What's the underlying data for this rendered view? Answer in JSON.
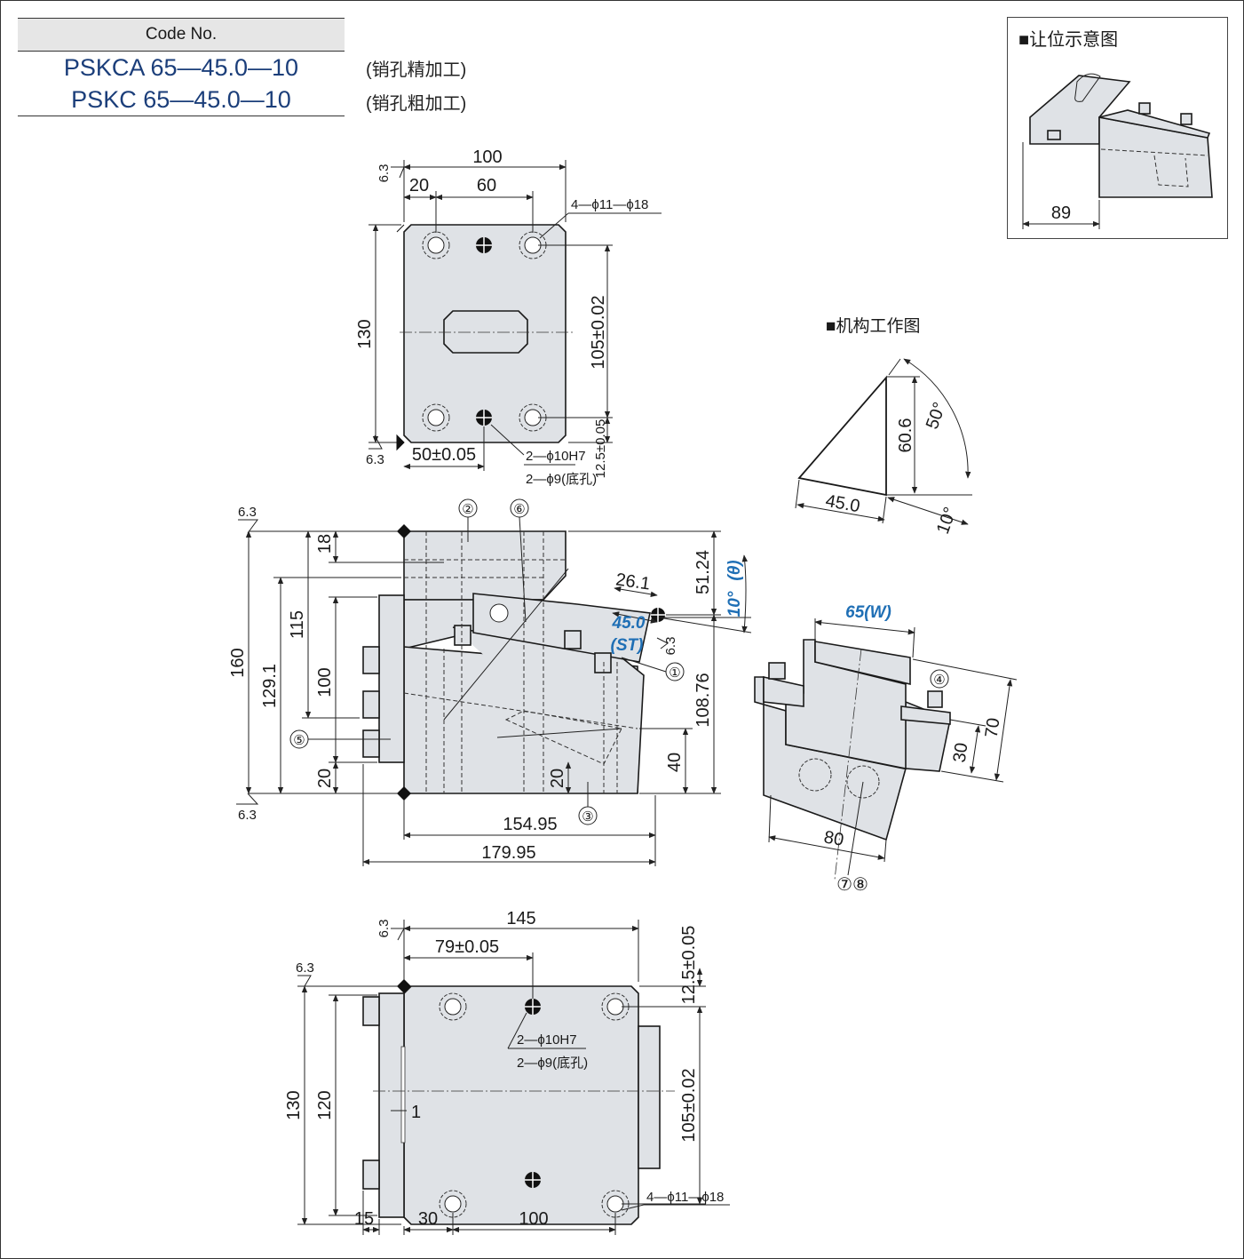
{
  "table": {
    "header": "Code No.",
    "rows": [
      {
        "code": "PSKCA 65—45.0—10",
        "note": "(销孔精加工)"
      },
      {
        "code": "PSKC 65—45.0—10",
        "note": "(销孔粗加工)"
      }
    ]
  },
  "clearance": {
    "title": "■让位示意图",
    "dim": "89"
  },
  "mechanism": {
    "title": "■机构工作图",
    "dims": {
      "height": "60.6",
      "base": "45.0",
      "angle_top": "50°",
      "angle_bottom": "10°"
    }
  },
  "top_view": {
    "width": "100",
    "d20": "20",
    "d60": "60",
    "holes": "4—ϕ11—ϕ18",
    "height": "130",
    "pitch": "105±0.02",
    "offset": "50±0.05",
    "edge": "12.5±0.05",
    "pin1": "2—ϕ10H7",
    "pin2": "2—ϕ9(底孔)",
    "rough": "6.3"
  },
  "side_view": {
    "h160": "160",
    "h1291": "129.1",
    "h115": "115",
    "h100": "100",
    "h18": "18",
    "h20": "20",
    "h20b": "20",
    "h40": "40",
    "h10876": "108.76",
    "h5124": "51.24",
    "angle": "10°",
    "theta": "(θ)",
    "stroke": "45.0",
    "st": "(ST)",
    "d261": "26.1",
    "w15495": "154.95",
    "w17995": "179.95",
    "parts": [
      "①",
      "②",
      "③",
      "⑤",
      "⑥"
    ]
  },
  "iso_view": {
    "w": "65",
    "wlabel": "(W)",
    "d70": "70",
    "d30": "30",
    "d80": "80",
    "p4": "④",
    "p78": "⑦⑧"
  },
  "bottom_view": {
    "w145": "145",
    "w79": "79±0.05",
    "h130": "130",
    "h120": "120",
    "gap": "1",
    "h105": "105±0.02",
    "edge": "12.5±0.05",
    "d15": "15",
    "d30": "30",
    "d100": "100",
    "pin1": "2—ϕ10H7",
    "pin2": "2—ϕ9(底孔)",
    "holes": "4—ϕ11—ϕ18",
    "rough": "6.3"
  }
}
